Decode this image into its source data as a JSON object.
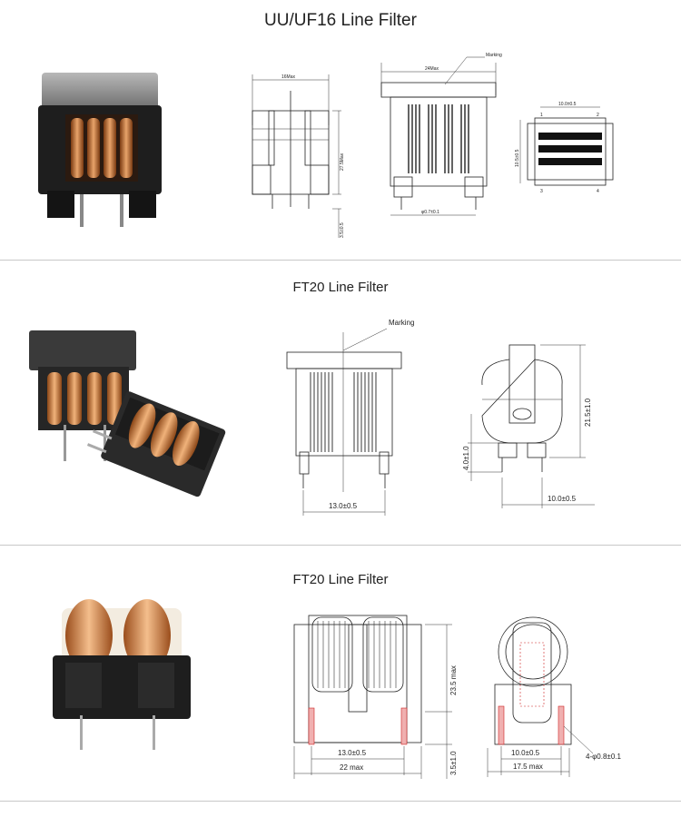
{
  "sections": [
    {
      "title": "UU/UF16 Line Filter",
      "dims": {
        "width_top": "16Max",
        "height": "27.5Max",
        "pin_len": "3.5±0.5",
        "width_front": "24Max",
        "marking": "Marking",
        "pin_dia": "φ0.7±0.1",
        "pitch_h": "10.0±0.5",
        "pitch_v": "10.5±0.5",
        "pin1": "1",
        "pin2": "2",
        "pin3": "3",
        "pin4": "4"
      }
    },
    {
      "title": "FT20 Line Filter",
      "dims": {
        "marking": "Marking",
        "width": "13.0±0.5",
        "height": "21.5±1.0",
        "pin_len": "4.0±1.0",
        "pitch": "10.0±0.5"
      }
    },
    {
      "title": "FT20 Line Filter",
      "dims": {
        "inner_width": "13.0±0.5",
        "width": "22 max",
        "height": "23.5 max",
        "pin_len": "3.5±1.0",
        "pitch": "10.0±0.5",
        "depth": "17.5 max",
        "pin_dia": "4-φ0.8±0.1"
      }
    }
  ]
}
